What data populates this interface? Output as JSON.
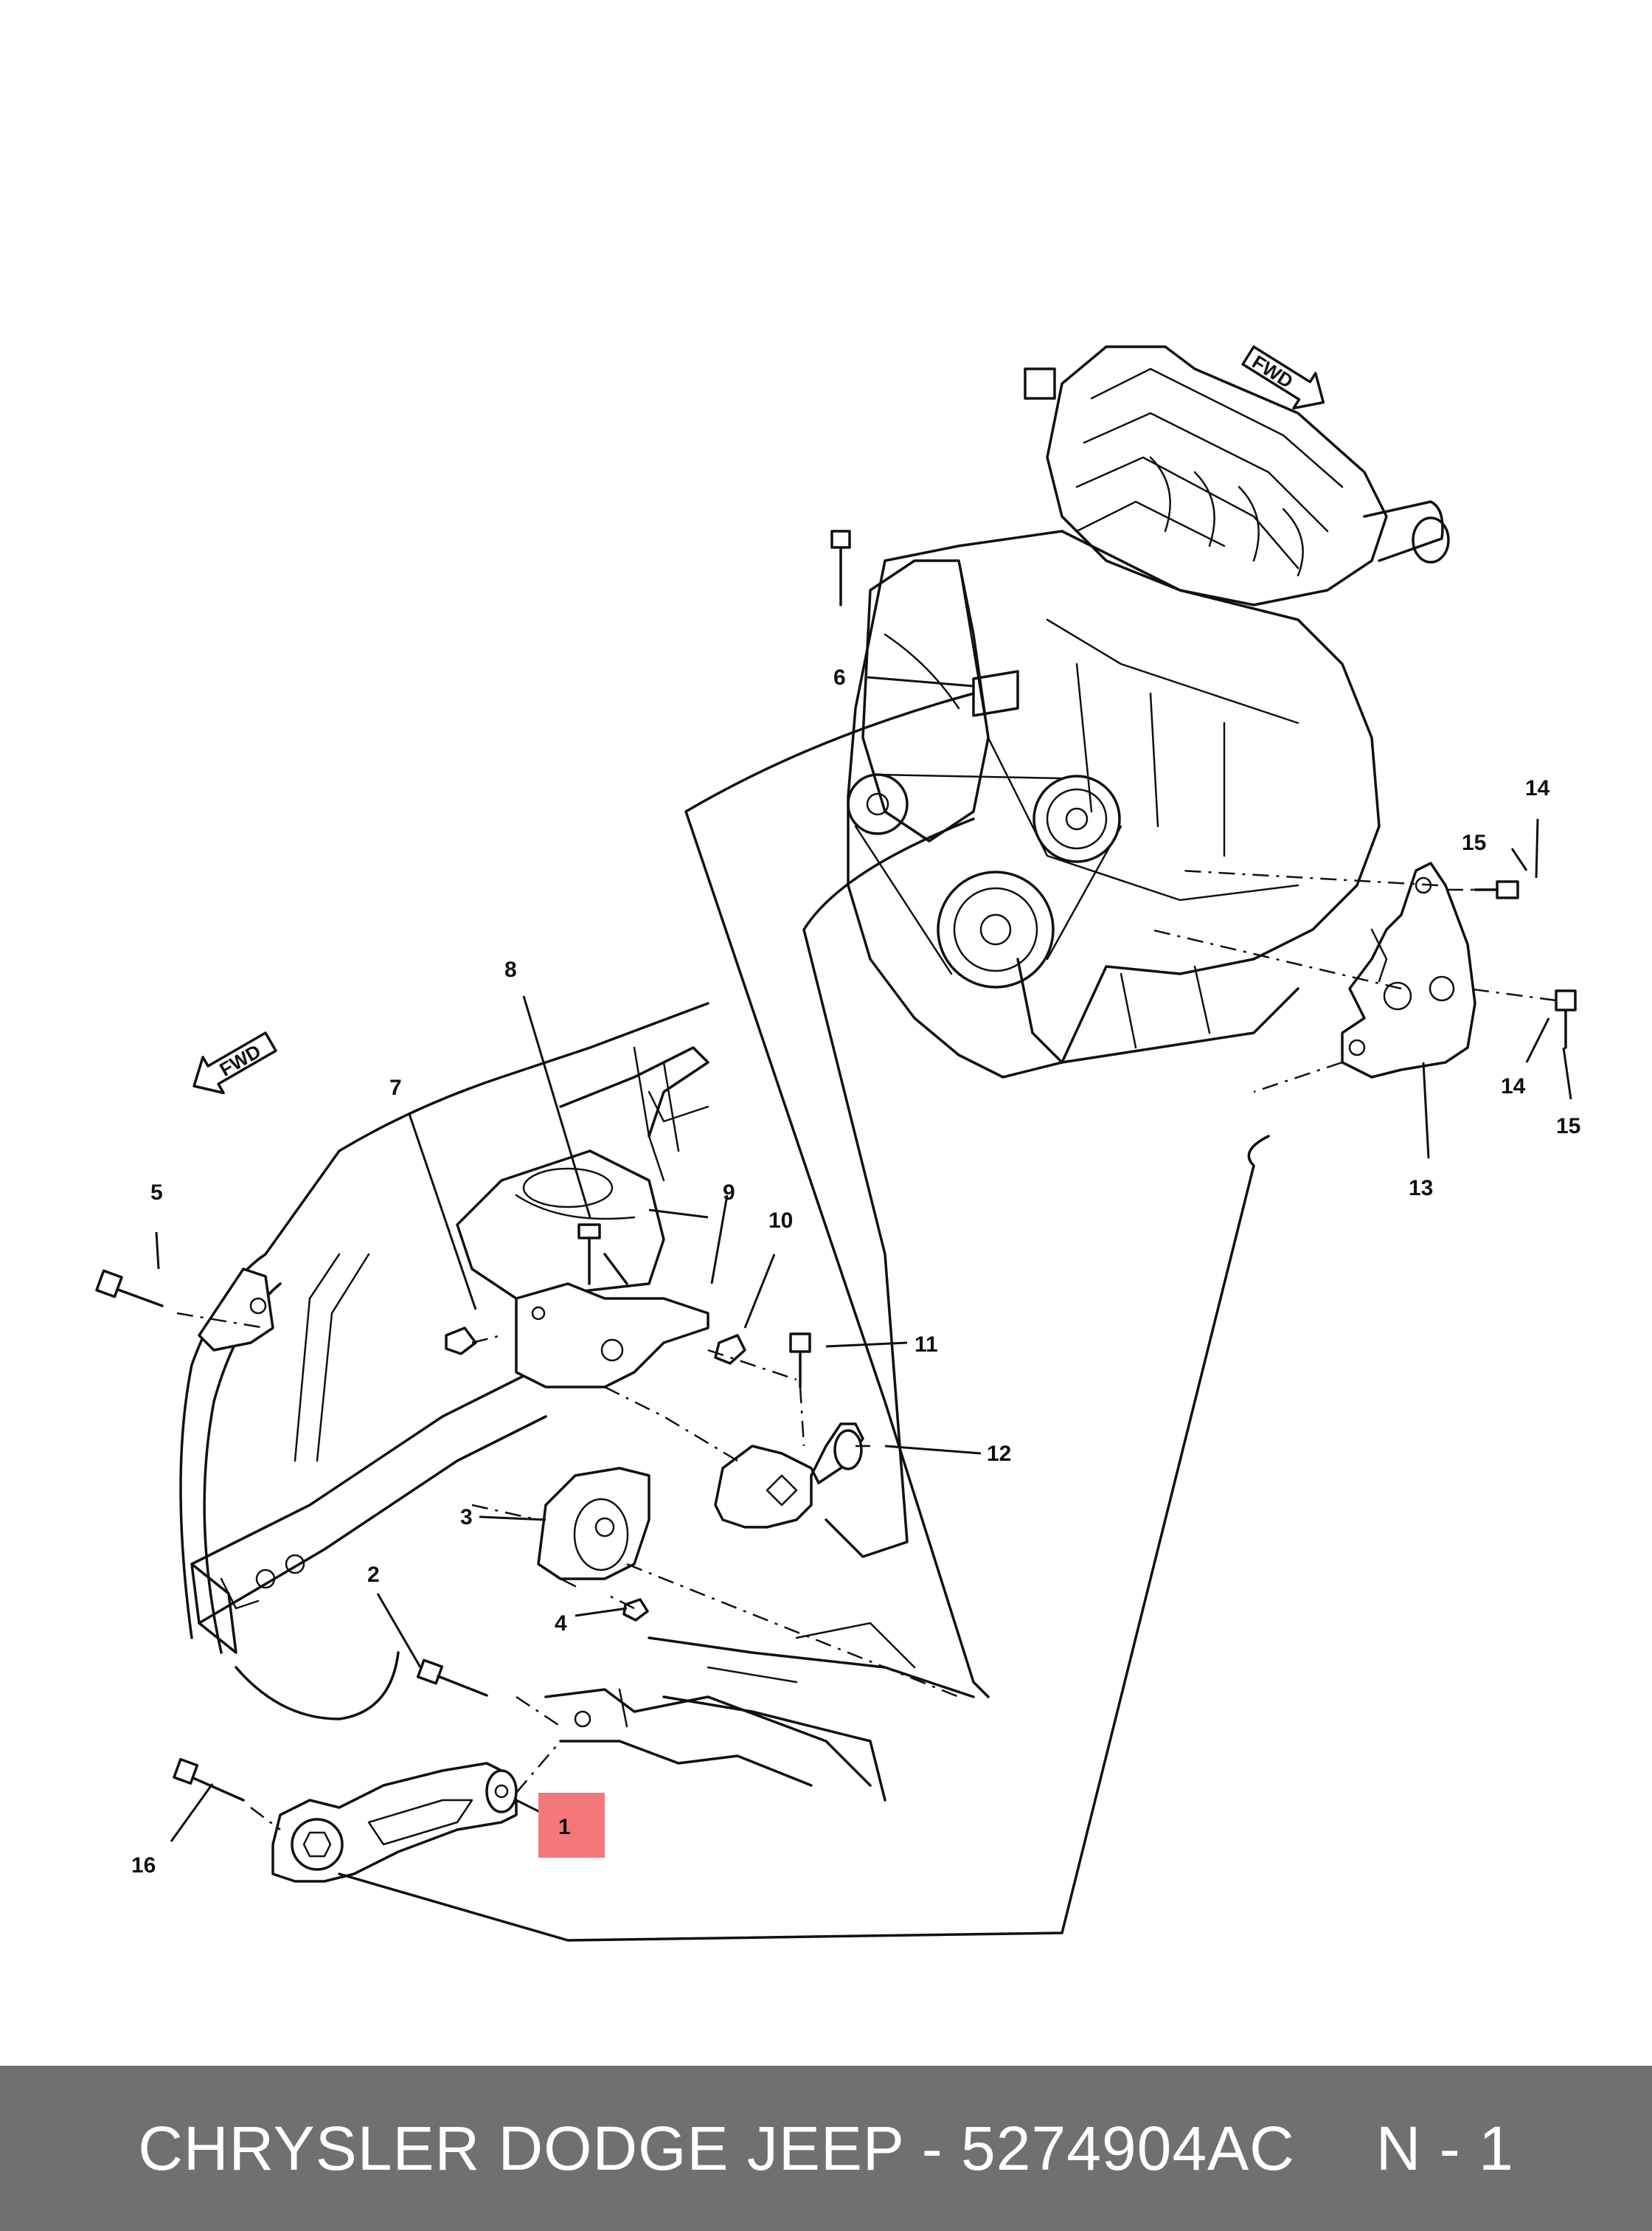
{
  "callouts": [
    {
      "id": "1",
      "label": "1"
    },
    {
      "id": "2",
      "label": "2"
    },
    {
      "id": "3",
      "label": "3"
    },
    {
      "id": "4",
      "label": "4"
    },
    {
      "id": "5",
      "label": "5"
    },
    {
      "id": "6",
      "label": "6"
    },
    {
      "id": "7",
      "label": "7"
    },
    {
      "id": "8",
      "label": "8"
    },
    {
      "id": "9",
      "label": "9"
    },
    {
      "id": "10",
      "label": "10"
    },
    {
      "id": "11",
      "label": "11"
    },
    {
      "id": "12",
      "label": "12"
    },
    {
      "id": "13",
      "label": "13"
    },
    {
      "id": "14a",
      "label": "14"
    },
    {
      "id": "14b",
      "label": "14"
    },
    {
      "id": "15a",
      "label": "15"
    },
    {
      "id": "15b",
      "label": "15"
    },
    {
      "id": "16",
      "label": "16"
    }
  ],
  "fwd_arrows": {
    "top_right": "FWD",
    "left": "FWD"
  },
  "highlight": {
    "callout": "1",
    "color": "#f4787a"
  },
  "footer": {
    "brand": "CHRYSLER DODGE JEEP - 5274904AC",
    "page": "N - 1",
    "background": "#707070",
    "text_color": "#ffffff"
  }
}
